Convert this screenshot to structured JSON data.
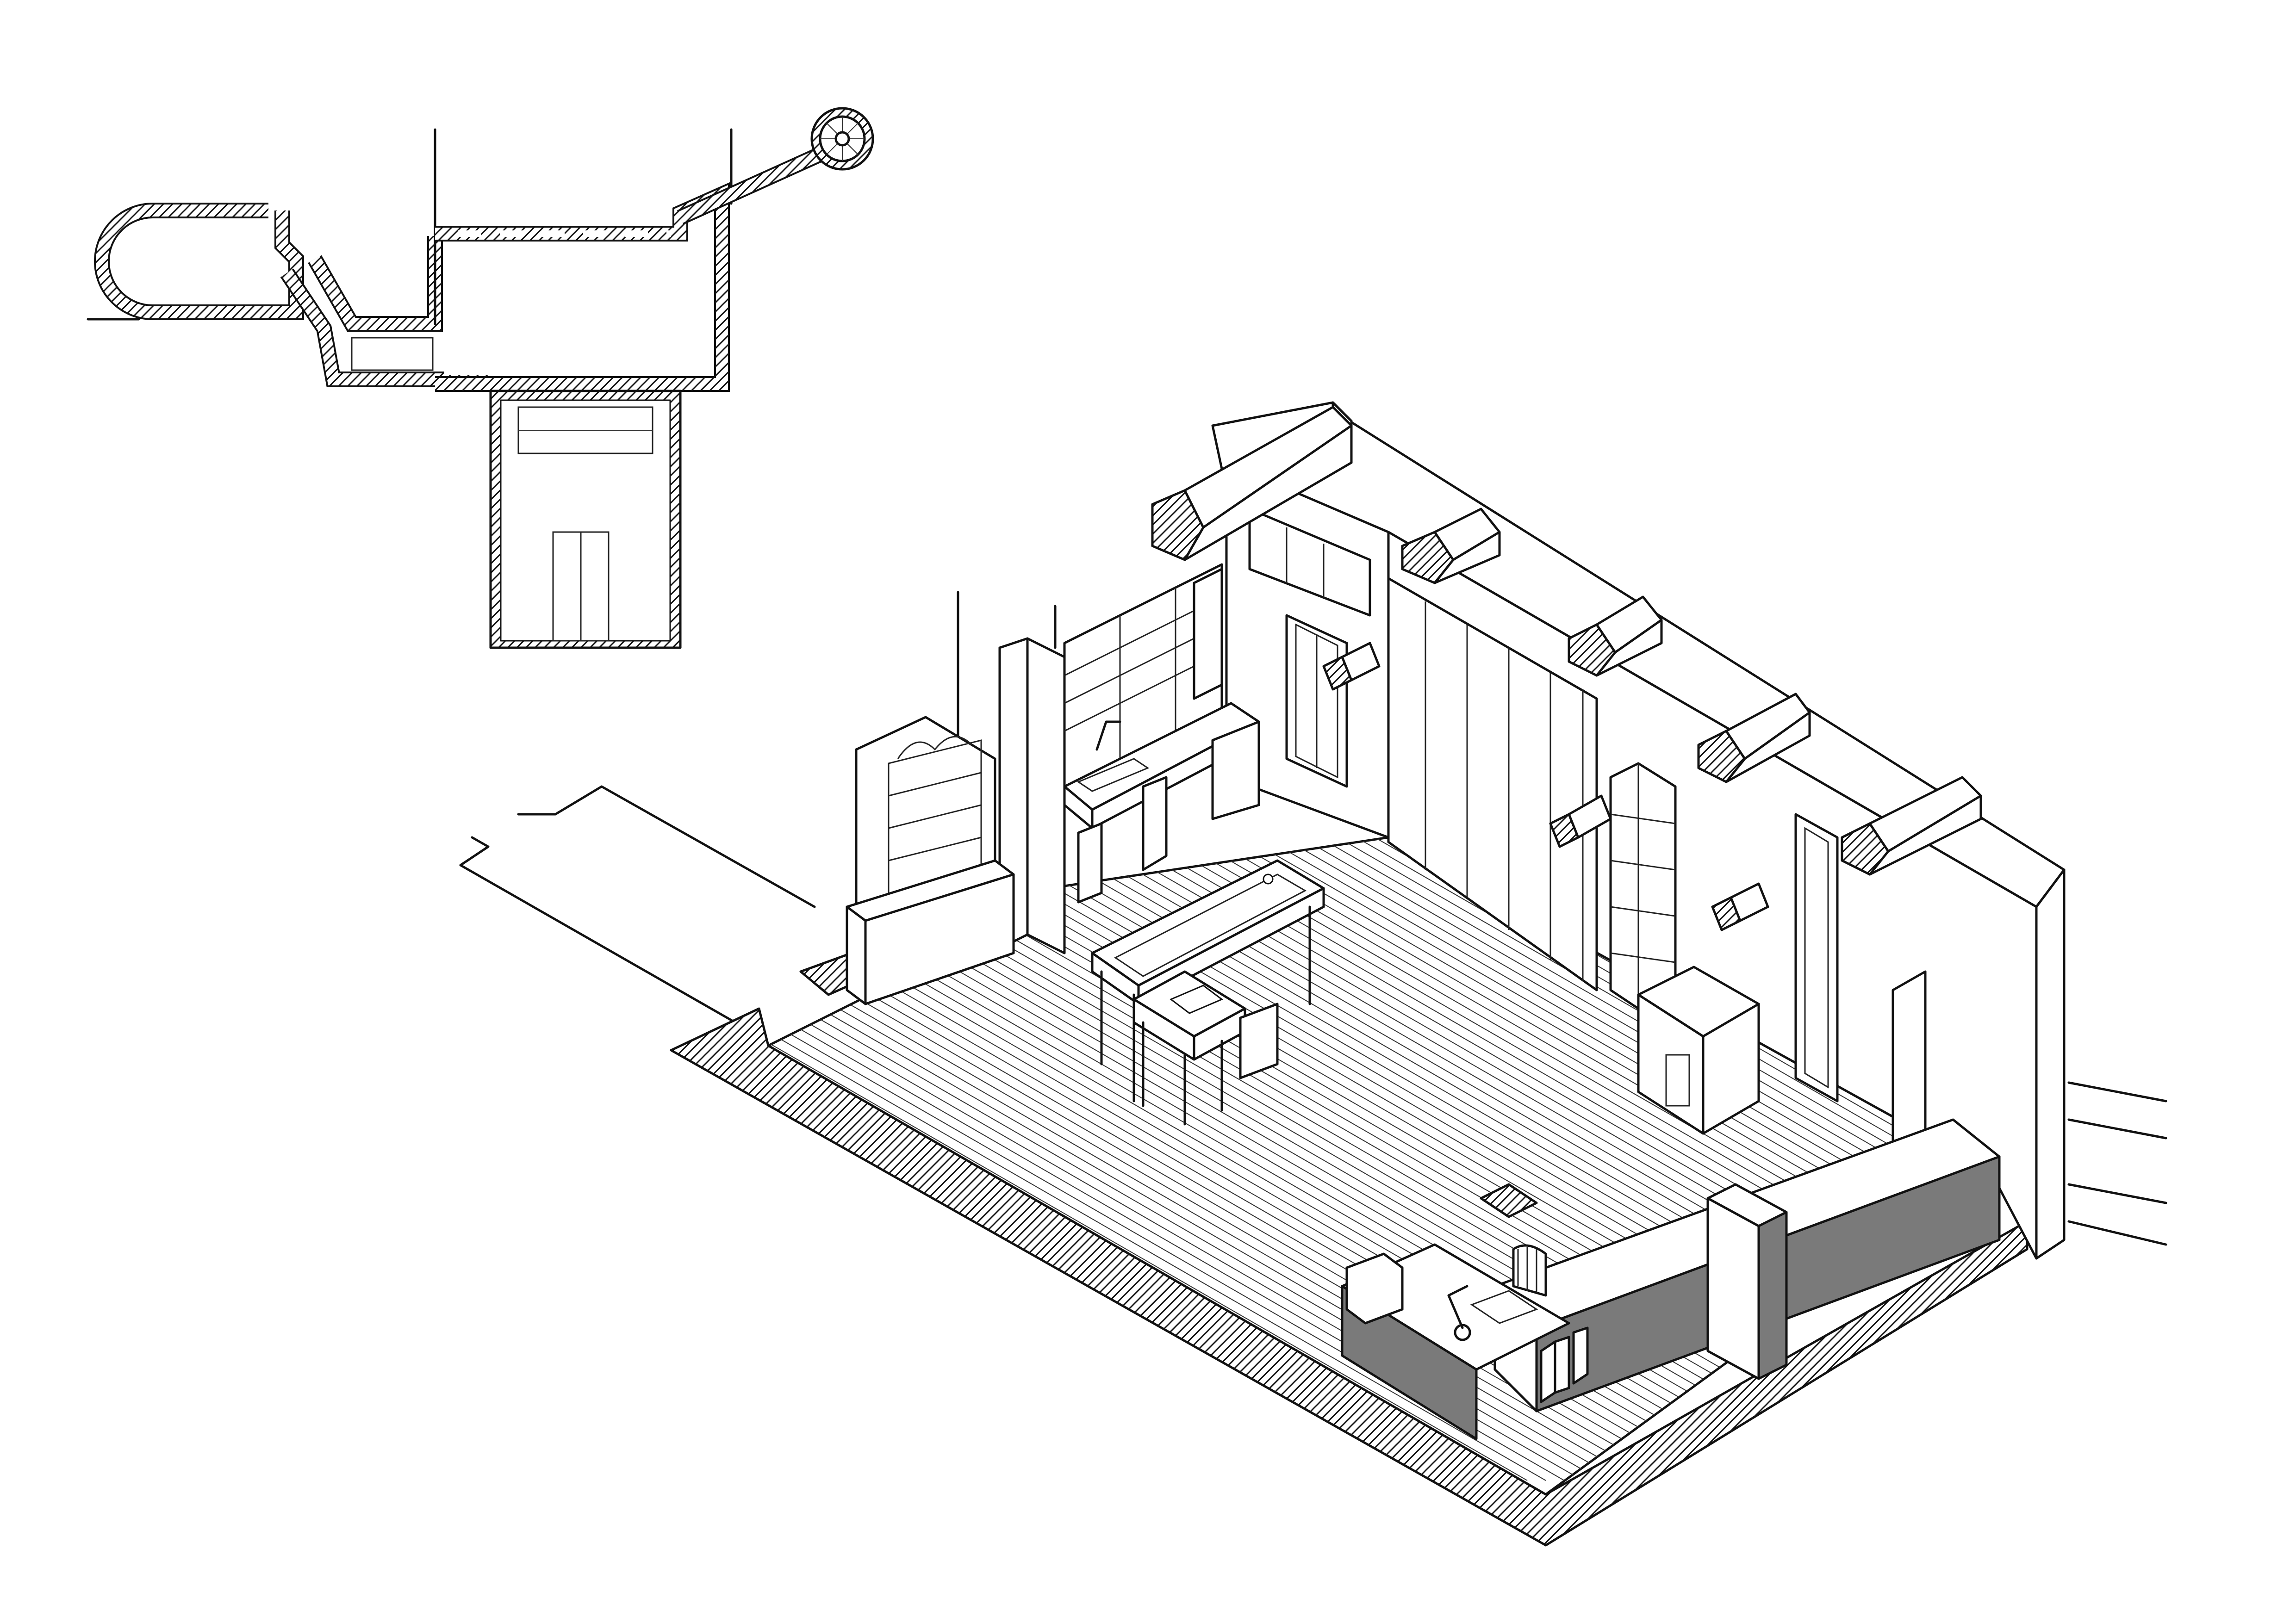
{
  "drawing": {
    "views": [
      "floor-plan",
      "isometric-interior"
    ],
    "colors": {
      "line": "#111111",
      "background": "#ffffff",
      "counter_fill": "#7a7a7a",
      "hatch": "#111111"
    },
    "floor_plan": {
      "rooms": [
        "rounded-end-room",
        "stair-corridor",
        "main-hall",
        "spiral-stair-tower",
        "lower-wing"
      ],
      "has_spiral_stair": true,
      "has_double_door": true
    },
    "isometric": {
      "ceiling_beams": 6,
      "floor": "wood-planks",
      "furniture": [
        "reception-counter",
        "center-table",
        "wall-shelves",
        "kitchen-counter",
        "small-cabinet",
        "chair",
        "desk-lamp"
      ]
    }
  }
}
